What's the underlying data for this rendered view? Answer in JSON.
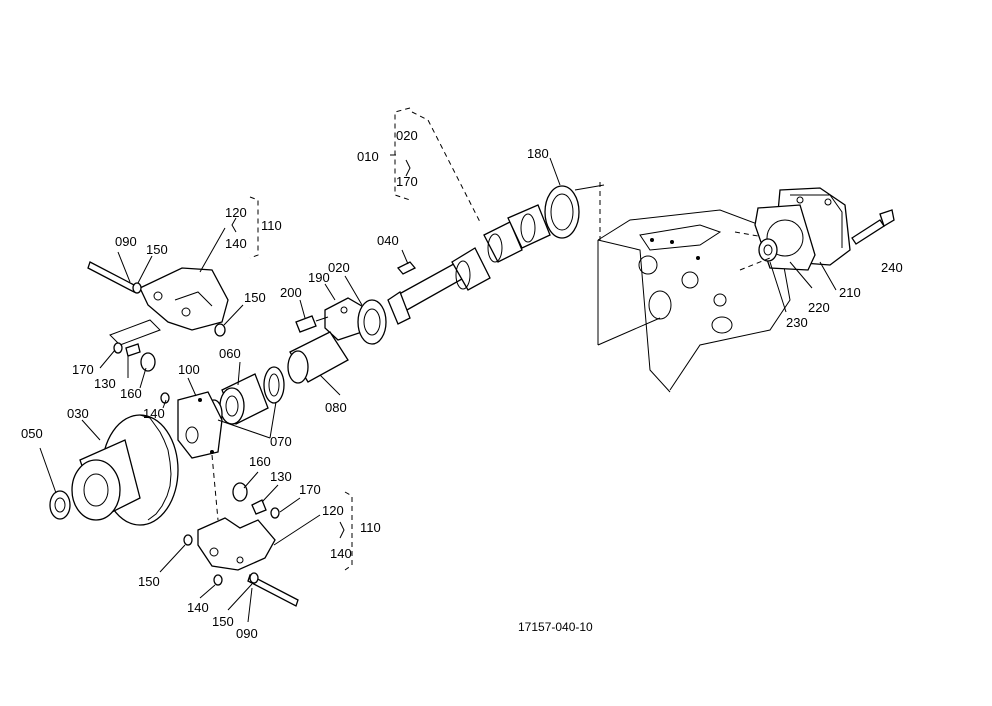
{
  "reference_code": "17157-040-10",
  "labels": {
    "p010": "010",
    "p020_top": "020",
    "p170_top": "170",
    "p180": "180",
    "p040": "040",
    "p190": "190",
    "p020": "020",
    "p200": "200",
    "p060": "060",
    "p080": "080",
    "p070": "070",
    "p100": "100",
    "p120_top": "120",
    "p110_top": "110",
    "p140_top": "140",
    "p090_top": "090",
    "p150_a": "150",
    "p150_b": "150",
    "p170_left": "170",
    "p130_left": "130",
    "p160_left": "160",
    "p140_mid": "140",
    "p030": "030",
    "p050": "050",
    "p160_low": "160",
    "p130_low": "130",
    "p170_low": "170",
    "p120_low": "120",
    "p110_low": "110",
    "p140_low": "140",
    "p150_c": "150",
    "p140_bot": "140",
    "p150_d": "150",
    "p090_bot": "090",
    "p240": "240",
    "p210": "210",
    "p220": "220",
    "p230": "230"
  }
}
